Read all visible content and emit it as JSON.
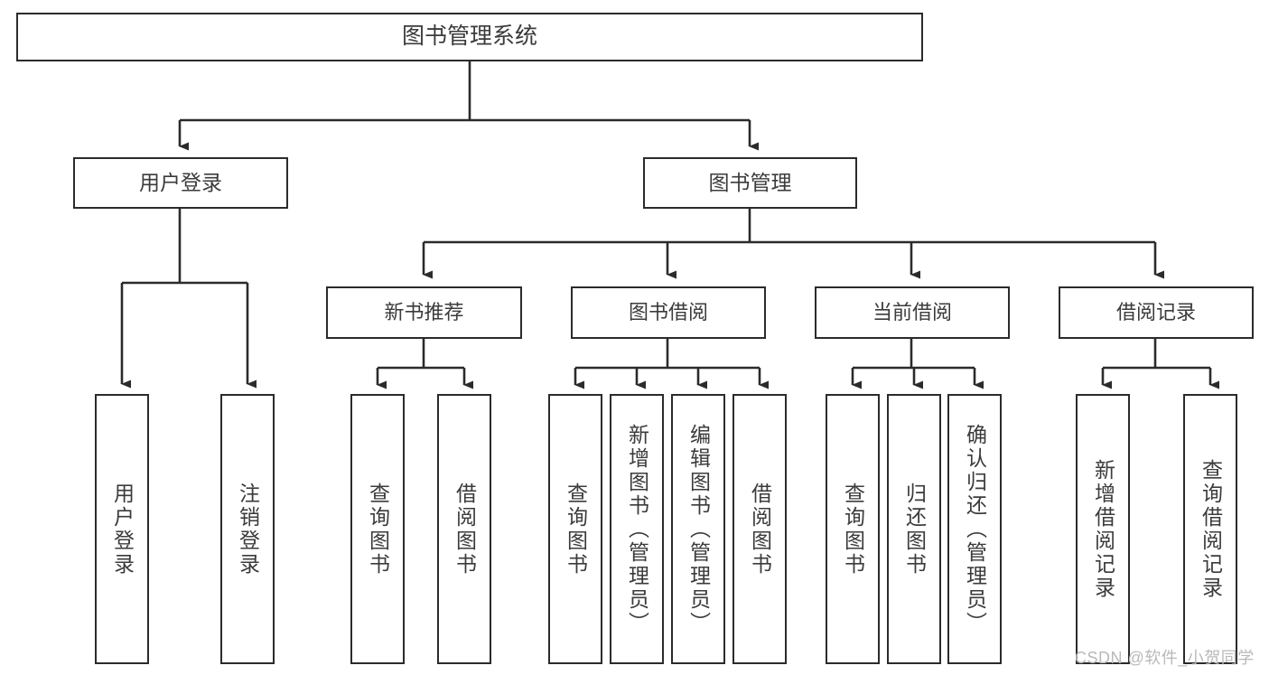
{
  "diagram": {
    "title": "图书管理系统",
    "type": "hierarchy-tree",
    "watermark": "CSDN @软件_小贺同学",
    "colors": {
      "node_border": "#2b2b2b",
      "node_fill": "#ffffff",
      "edge": "#2b2b2b",
      "text": "#3b3b3b",
      "watermark": "#b9b9b9",
      "background": "#ffffff"
    },
    "nodes": {
      "root": {
        "label": "图书管理系统"
      },
      "level2": [
        {
          "id": "user-login",
          "label": "用户登录"
        },
        {
          "id": "book-manage",
          "label": "图书管理"
        }
      ],
      "level3": [
        {
          "id": "new-book-recommend",
          "label": "新书推荐"
        },
        {
          "id": "book-borrow",
          "label": "图书借阅"
        },
        {
          "id": "current-borrow",
          "label": "当前借阅"
        },
        {
          "id": "borrow-record",
          "label": "借阅记录"
        }
      ],
      "leaves": {
        "user_login": [
          {
            "id": "leaf-user-login",
            "label": "用户登录"
          },
          {
            "id": "leaf-logout-login",
            "label": "注销登录"
          }
        ],
        "new_book_recommend": [
          {
            "id": "leaf-query-book-1",
            "label": "查询图书"
          },
          {
            "id": "leaf-borrow-book-1",
            "label": "借阅图书"
          }
        ],
        "book_borrow": [
          {
            "id": "leaf-query-book-2",
            "label": "查询图书"
          },
          {
            "id": "leaf-add-book",
            "label": "新增图书（管理员）"
          },
          {
            "id": "leaf-edit-book",
            "label": "编辑图书（管理员）"
          },
          {
            "id": "leaf-borrow-book-2",
            "label": "借阅图书"
          }
        ],
        "current_borrow": [
          {
            "id": "leaf-query-book-3",
            "label": "查询图书"
          },
          {
            "id": "leaf-return-book",
            "label": "归还图书"
          },
          {
            "id": "leaf-confirm-return",
            "label": "确认归还（管理员）"
          }
        ],
        "borrow_record": [
          {
            "id": "leaf-add-record",
            "label": "新增借阅记录"
          },
          {
            "id": "leaf-query-record",
            "label": "查询借阅记录"
          }
        ]
      }
    }
  }
}
